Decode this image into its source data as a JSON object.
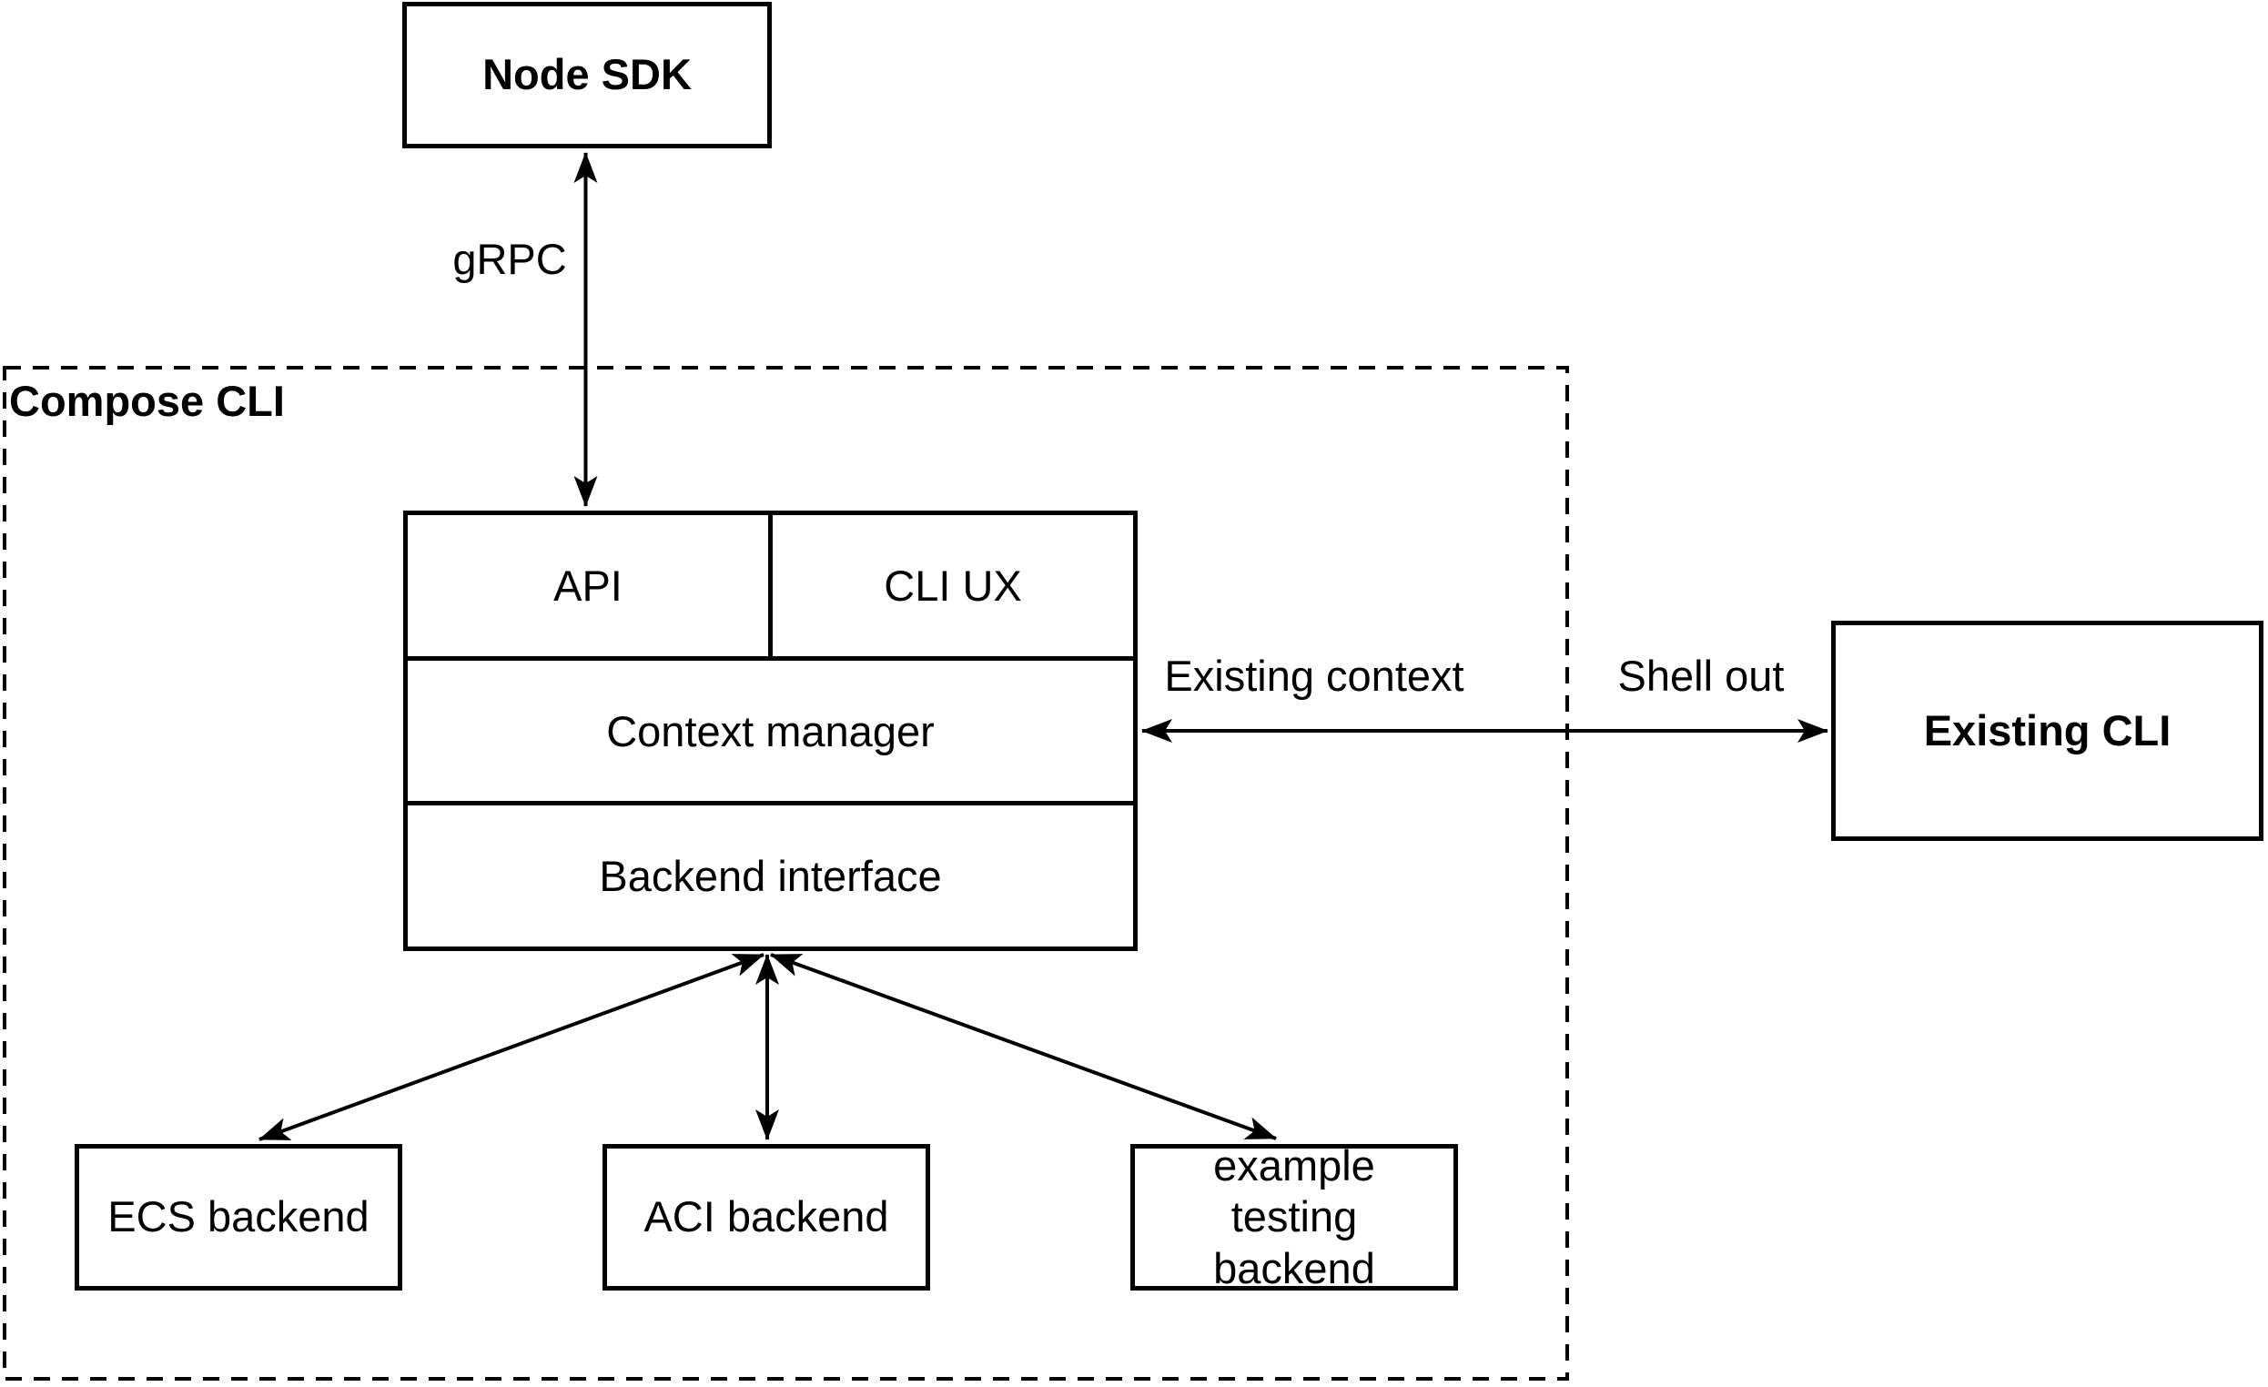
{
  "colors": {
    "stroke": "#000000",
    "background": "#ffffff"
  },
  "nodes": {
    "node_sdk": {
      "label": "Node SDK"
    },
    "compose_cli_group": {
      "label": "Compose CLI"
    },
    "cli_stack": {
      "api": {
        "label": "API"
      },
      "cli_ux": {
        "label": "CLI UX"
      },
      "context_manager": {
        "label": "Context manager"
      },
      "backend_interface": {
        "label": "Backend interface"
      }
    },
    "existing_cli": {
      "label": "Existing CLI"
    },
    "ecs_backend": {
      "label": "ECS backend"
    },
    "aci_backend": {
      "label": "ACI backend"
    },
    "example_testing_backend": {
      "label": "example testing backend"
    }
  },
  "edges": {
    "grpc": {
      "label": "gRPC"
    },
    "existing_context": {
      "label": "Existing context"
    },
    "shell_out": {
      "label": "Shell out"
    }
  }
}
